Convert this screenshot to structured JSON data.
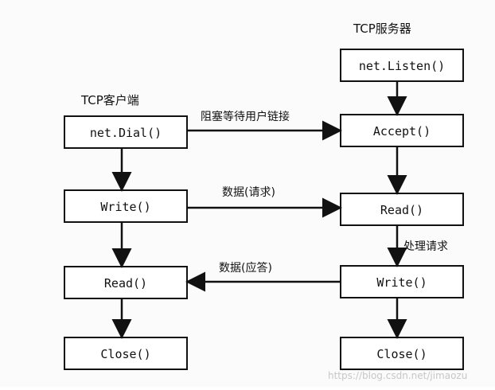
{
  "client": {
    "title": "TCP客户端",
    "boxes": {
      "dial": "net.Dial()",
      "write": "Write()",
      "read": "Read()",
      "close": "Close()"
    }
  },
  "server": {
    "title": "TCP服务器",
    "boxes": {
      "listen": "net.Listen()",
      "accept": "Accept()",
      "read": "Read()",
      "write": "Write()",
      "close": "Close()"
    }
  },
  "edges": {
    "block_wait": "阻塞等待用户链接",
    "data_request": "数据(请求)",
    "process_request": "处理请求",
    "data_response": "数据(应答)"
  },
  "watermark": "https://blog.csdn.net/jimaozu"
}
